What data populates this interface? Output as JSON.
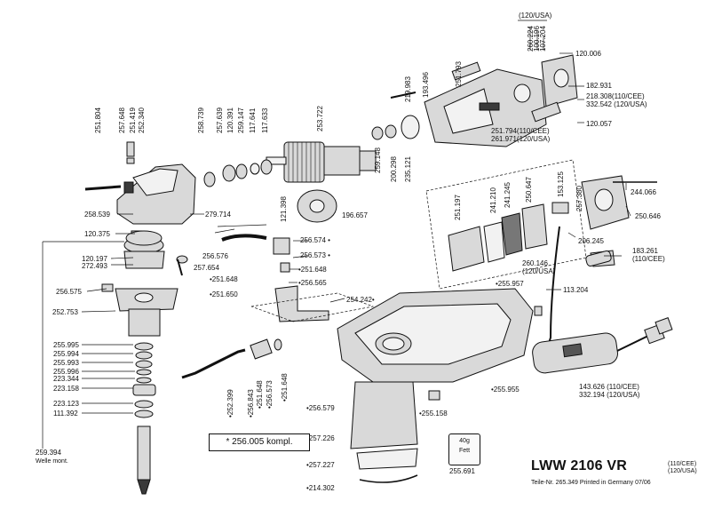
{
  "title": {
    "model": "LWW 2106 VR",
    "variants": [
      "(110/CEE)",
      "(120/USA)"
    ],
    "footer": "Teile-Nr. 265.349  Printed in Germany 07/06"
  },
  "kit_note": "*  256.005 kompl.",
  "grease": {
    "amount": "40g",
    "label": "Fett",
    "part": "255.691"
  },
  "labels": {
    "usa_top": "(120/USA)",
    "p260224": "260.224",
    "p100196": "100.196",
    "p107204": "107.204",
    "p120006": "120.006",
    "p182931": "182.931",
    "p218308": "218.308(110/CEE)",
    "p332542": "332.542 (120/USA)",
    "p120057": "120.057",
    "p251794": "251.794(110/CEE)",
    "p261971": "261.971(120/USA)",
    "p251793": "251.793",
    "p193496": "193.496",
    "p219983": "219.983",
    "p253722": "253.722",
    "p121398": "121.398",
    "p196657": "196.657",
    "p259148": "259.148",
    "p200298": "200.298",
    "p235121": "235.121",
    "p258739": "258.739",
    "p257639": "257.639",
    "p120391": "120.391",
    "p259147": "259.147",
    "p117641": "117.641",
    "p117633": "117.633",
    "p251804": "251.804",
    "p257648": "257.648",
    "p251419": "251.419",
    "p252340": "252.340",
    "p258539": "258.539",
    "p279714": "279.714",
    "p120375": "120.375",
    "p120197": "120.197",
    "p272493": "272.493",
    "p257654": "257.654",
    "p256576": "256.576",
    "p256574": "256.574 •",
    "p256573a": "256.573 •",
    "p251648a": "•251.648",
    "p256565": "•256.565",
    "p251648b": "•251.648",
    "p251650": "•251.650",
    "p254242": "254.242•",
    "p256575": "256.575",
    "p252753": "252.753",
    "p255995": "255.995",
    "p255994": "255.994",
    "p255993": "255.993",
    "p255996": "255.996",
    "p223344": "223.344",
    "p223158": "223.158",
    "p223123": "223.123",
    "p111392": "111.392",
    "p259394": "259.394",
    "welle": "Welle mont.",
    "p252399": "•252.399",
    "p256843": "•256.843",
    "p251648c": "•251.648",
    "p256573b": "•256.573",
    "p251648d": "•251.648",
    "p256579": "•256.579",
    "p257226": "•257.226",
    "p257227": "•257.227",
    "p214302": "•214.302",
    "p255158": "•255.158",
    "p255955": "•255.955",
    "p255957": "•255.957",
    "p113204": "113.204",
    "p251197": "251.197",
    "p241210": "241.210",
    "p241245": "241.245",
    "p250647": "250.647",
    "p153125": "153.125",
    "p257380": "257.380",
    "p244066": "244.066",
    "p250646": "250.646",
    "p206245": "206.245",
    "p183261": "183.261",
    "p110cee": "(110/CEE)",
    "p260146": "260.146",
    "p120usa": "(120/USA)",
    "p143626": "143.626 (110/CEE)",
    "p332194": "332.194 (120/USA)"
  }
}
